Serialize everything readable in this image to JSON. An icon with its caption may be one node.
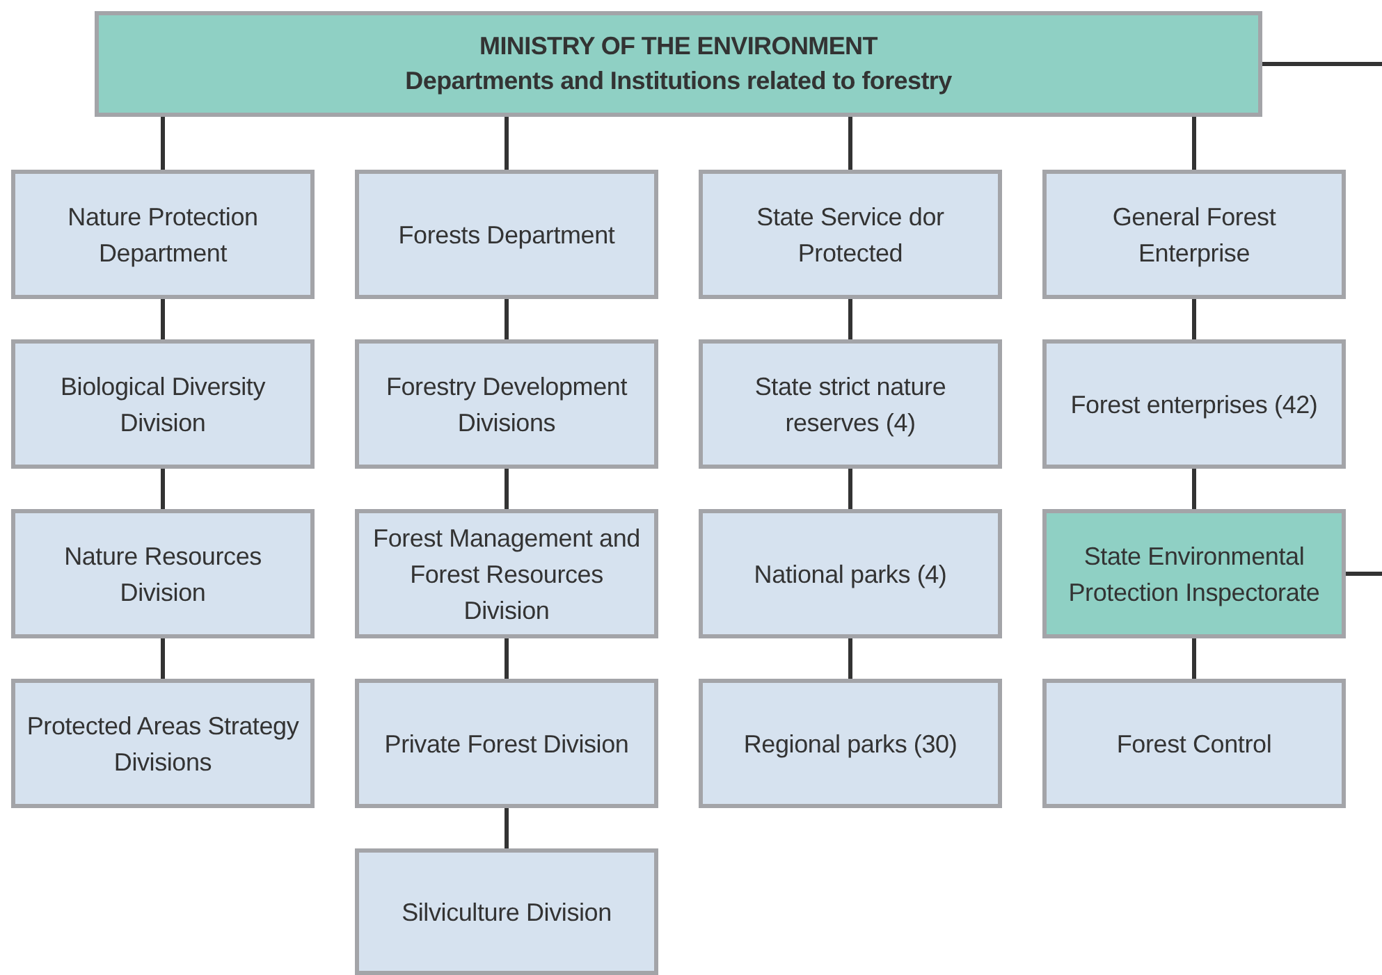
{
  "diagram": {
    "nodes": [
      {
        "text": [
          "MINISTRY OF THE ENVIRONMENT",
          "Departments and Institutions related to forestry"
        ]
      },
      {
        "text": [
          "Nature Protection Department"
        ]
      },
      {
        "text": [
          "Biological Diversity Division"
        ]
      },
      {
        "text": [
          "Nature Resources Division"
        ]
      },
      {
        "text": [
          "Protected Areas Strategy Divisions"
        ]
      },
      {
        "text": [
          "Forests Department"
        ]
      },
      {
        "text": [
          "Forestry Development Divisions"
        ]
      },
      {
        "text": [
          "Forest Management and Forest Resources Division"
        ]
      },
      {
        "text": [
          "Private Forest Division"
        ]
      },
      {
        "text": [
          "Silviculture Division"
        ]
      },
      {
        "text": [
          "State Service dor Protected"
        ]
      },
      {
        "text": [
          "State strict nature reserves (4)"
        ]
      },
      {
        "text": [
          "National parks (4)"
        ]
      },
      {
        "text": [
          "Regional parks (30)"
        ]
      },
      {
        "text": [
          "General Forest Enterprise"
        ]
      },
      {
        "text": [
          "Forest enterprises (42)"
        ]
      },
      {
        "text": [
          "State Environmental Protection Inspectorate"
        ]
      },
      {
        "text": [
          "Forest Control"
        ]
      }
    ],
    "edges": [
      {
        "from": 0,
        "to": 1,
        "arrow": "none"
      },
      {
        "from": 1,
        "to": 2,
        "arrow": "none"
      },
      {
        "from": 2,
        "to": 3,
        "arrow": "none"
      },
      {
        "from": 3,
        "to": 4,
        "arrow": "none"
      },
      {
        "from": 0,
        "to": 5,
        "arrow": "none"
      },
      {
        "from": 5,
        "to": 6,
        "arrow": "none"
      },
      {
        "from": 6,
        "to": 7,
        "arrow": "none"
      },
      {
        "from": 7,
        "to": 8,
        "arrow": "none"
      },
      {
        "from": 8,
        "to": 9,
        "arrow": "none"
      },
      {
        "from": 0,
        "to": 10,
        "arrow": "none"
      },
      {
        "from": 10,
        "to": 11,
        "arrow": "none"
      },
      {
        "from": 11,
        "to": 12,
        "arrow": "none"
      },
      {
        "from": 12,
        "to": 13,
        "arrow": "none"
      },
      {
        "from": 0,
        "to": 14,
        "arrow": "none"
      },
      {
        "from": 14,
        "to": 15,
        "arrow": "none"
      },
      {
        "from": 15,
        "to": 16,
        "arrow": "none"
      },
      {
        "from": 16,
        "to": 17,
        "arrow": "none"
      },
      {
        "from": 0,
        "to": null,
        "arrow": "none"
      },
      {
        "from": 16,
        "to": null,
        "arrow": "none"
      }
    ]
  }
}
